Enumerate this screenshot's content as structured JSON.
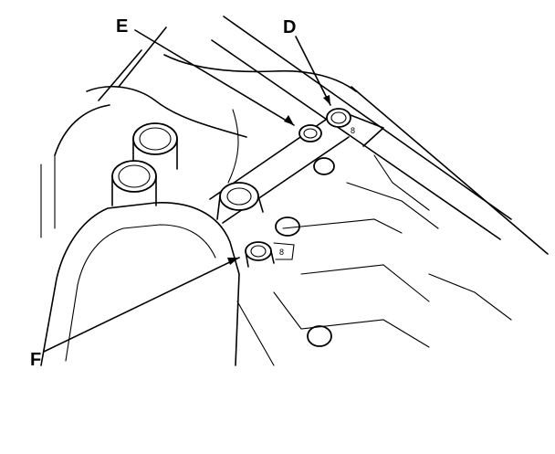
{
  "callouts": {
    "e": "E",
    "d": "D",
    "f": "F"
  },
  "bolt_marks": {
    "upper": "8",
    "lower": "8"
  }
}
